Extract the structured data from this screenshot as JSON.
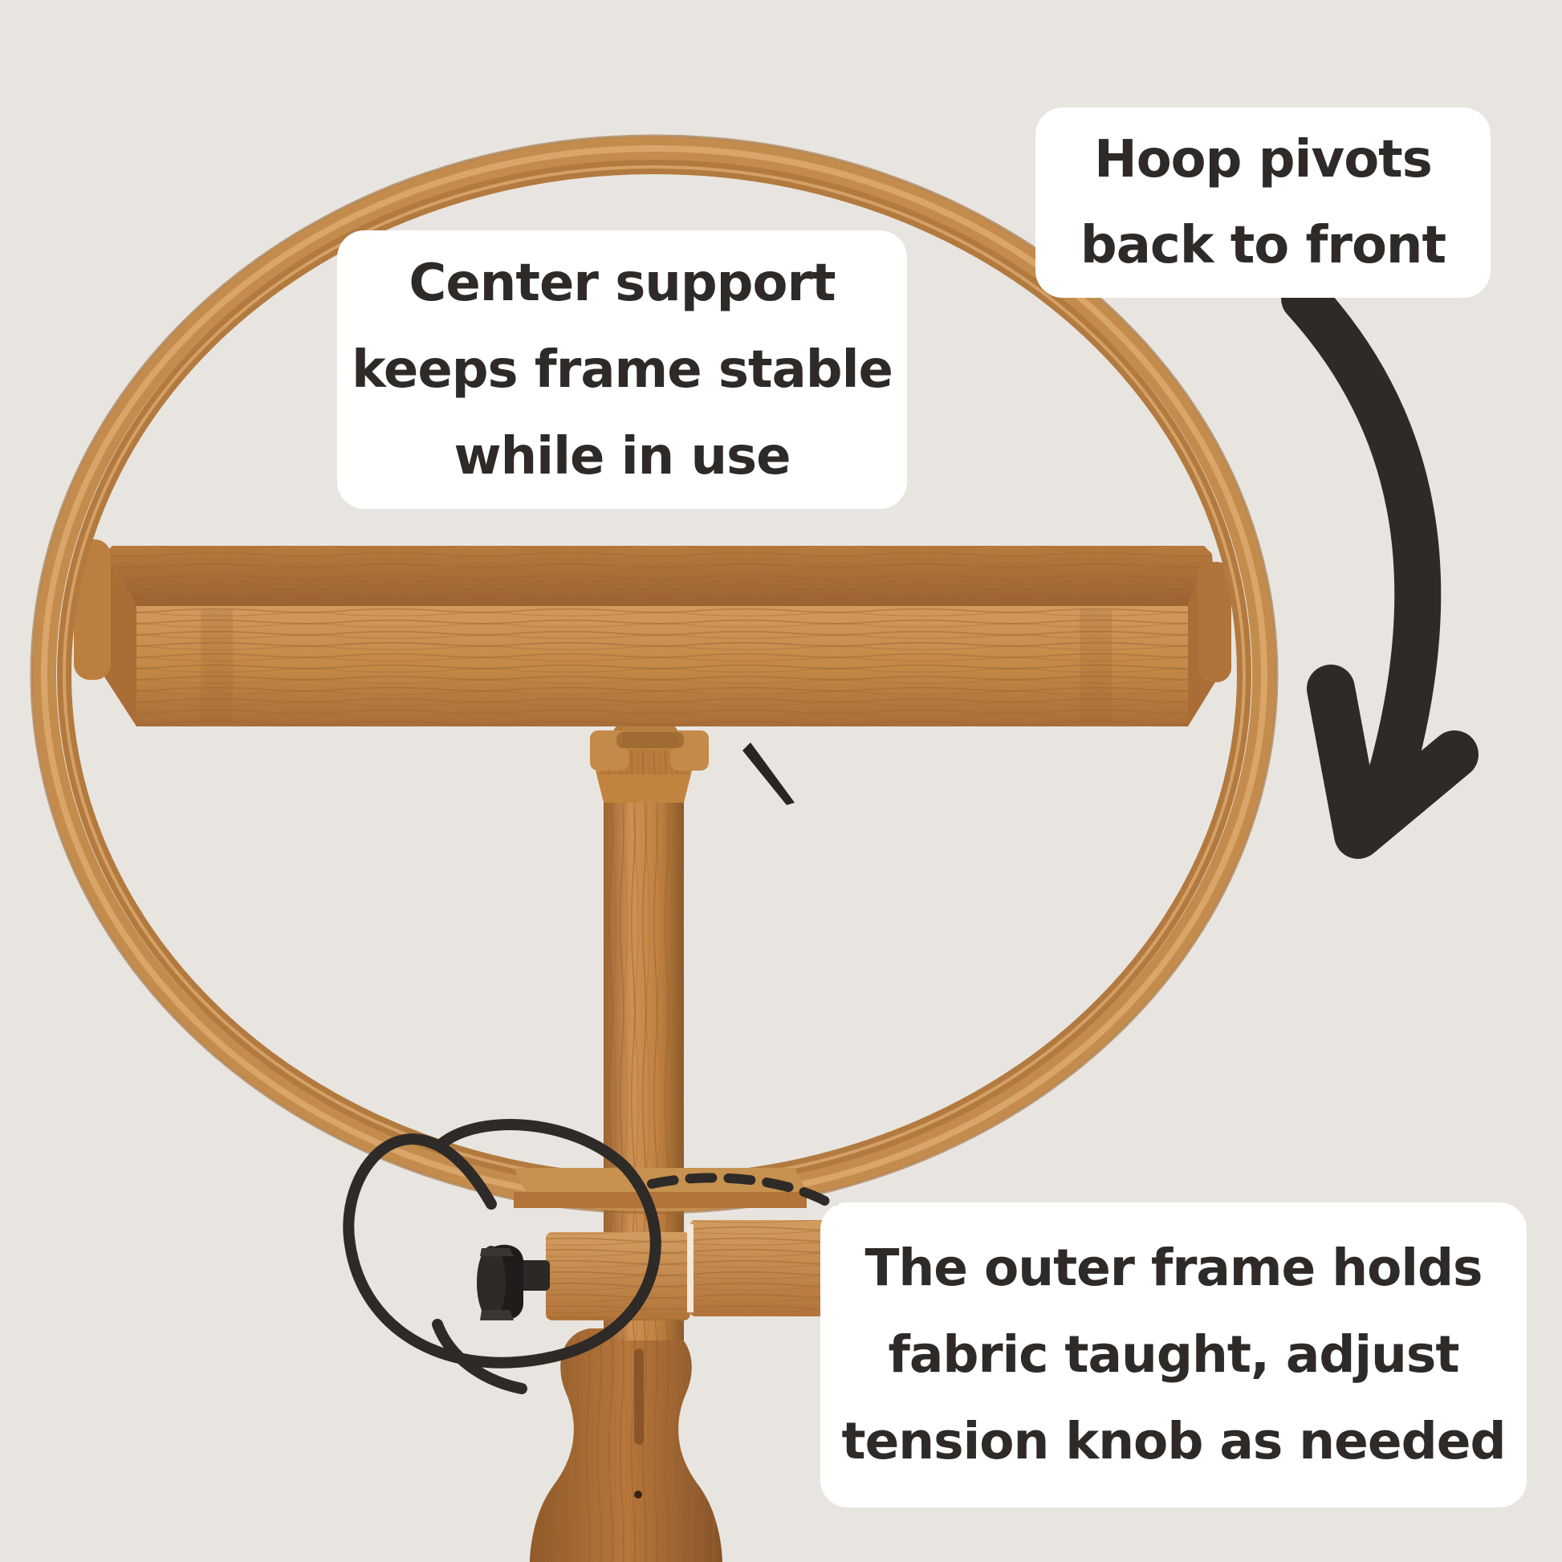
{
  "scene": {
    "background": "#e8e5e0",
    "wood_light": "#c98d48",
    "wood_dark": "#8a5a2b",
    "annotation_color": "#2e2a27",
    "objects": [
      "wooden-embroidery-hoop",
      "crossbar",
      "center-post",
      "tension-knob",
      "base-paddle"
    ]
  },
  "callouts": {
    "center_support": {
      "lines": [
        "Center support",
        "keeps frame stable",
        "while in use"
      ]
    },
    "hoop_pivots": {
      "lines": [
        "Hoop pivots",
        "back to front"
      ]
    },
    "outer_frame": {
      "lines": [
        "The outer frame holds",
        "fabric taught, adjust",
        "tension knob as needed"
      ]
    }
  },
  "annotations": {
    "pivot_arrow_icon": "curved-arrow-down-icon",
    "knob_circle_icon": "hand-drawn-circle-icon",
    "dashed_connector": "dashed-line"
  }
}
